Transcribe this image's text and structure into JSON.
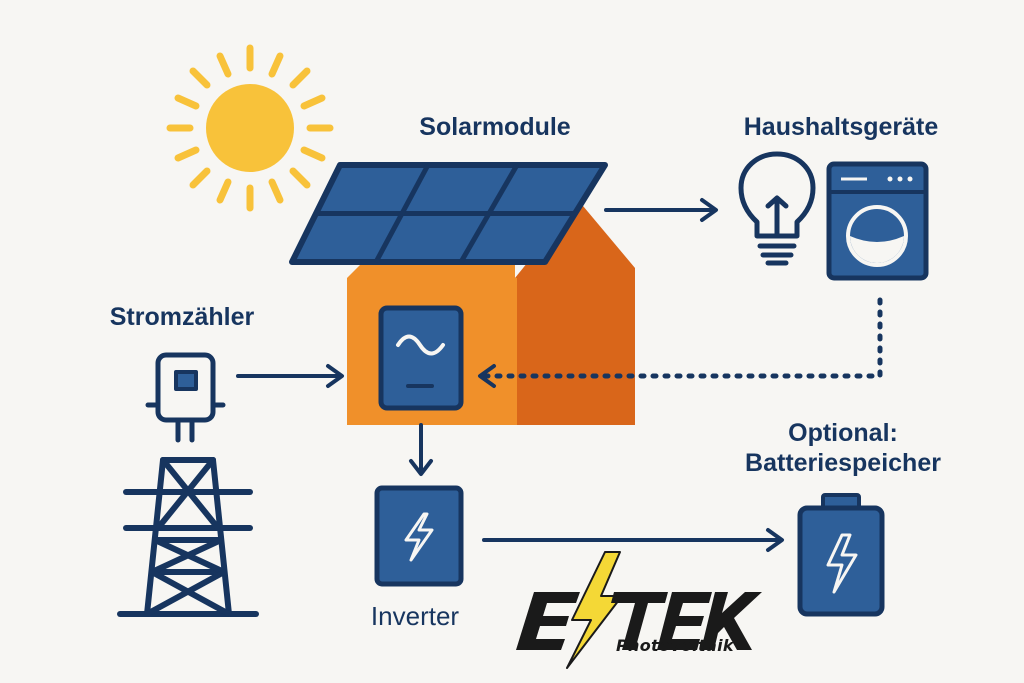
{
  "labels": {
    "solar_modules": "Solarmodule",
    "household_appliances": "Haushaltsgeräte",
    "electricity_meter": "Stromzähler",
    "battery_line1": "Optional:",
    "battery_line2": "Batteriespeicher",
    "inverter": "Inverter"
  },
  "logo": {
    "name": "ESTEK",
    "tagline": "Photovoltaik"
  },
  "colors": {
    "navy": "#17355f",
    "panel_blue": "#2e5f99",
    "sun_yellow": "#f8c23a",
    "house_front": "#f0902a",
    "house_side": "#d9661a",
    "logo_yellow": "#f4d836",
    "background": "#f7f6f3"
  },
  "icons": [
    "sun-icon",
    "solar-panel-icon",
    "house-icon",
    "lightbulb-icon",
    "washing-machine-icon",
    "electricity-meter-icon",
    "power-pylon-icon",
    "inverter-icon",
    "battery-icon",
    "lightning-icon"
  ]
}
